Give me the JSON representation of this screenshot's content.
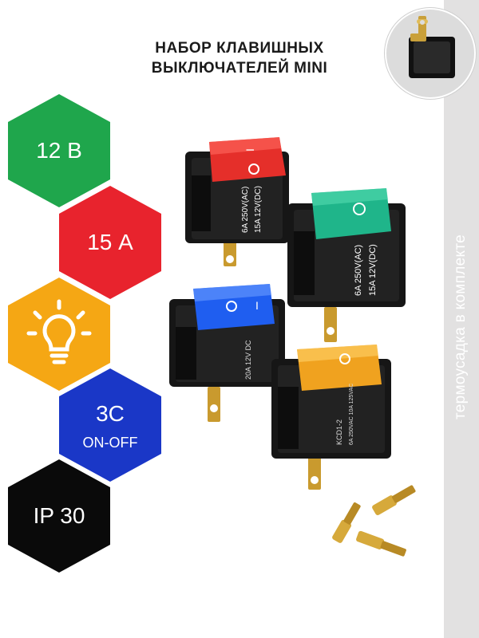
{
  "title_line1": "НАБОР КЛАВИШНЫХ",
  "title_line2": "ВЫКЛЮЧАТЕЛЕЙ MINI",
  "side_text": "термоусадка в комплекте",
  "badges": [
    {
      "label": "12 В",
      "color": "#1fa64c"
    },
    {
      "label": "15 А",
      "color": "#e8232d"
    },
    {
      "label": "",
      "icon": "lightbulb-icon",
      "color": "#f5a714"
    },
    {
      "label": "3С",
      "sublabel": "ON-OFF",
      "color": "#1a37c7"
    },
    {
      "label": "IP 30",
      "color": "#0a0a0a"
    }
  ],
  "switches": [
    {
      "color": "red",
      "rocker": "#e52f2a",
      "rating1": "6A  250V(AC)",
      "rating2": "15A  12V(DC)"
    },
    {
      "color": "green",
      "rocker": "#1fb58a",
      "rating1": "6A  250V(AC)",
      "rating2": "15A  12V(DC)"
    },
    {
      "color": "blue",
      "rocker": "#1f5ef0",
      "rating1": "20A  12V DC",
      "rating2": ""
    },
    {
      "color": "orange",
      "rocker": "#f0a21f",
      "rating1": "KCD1-2",
      "rating2": "6A 250VAC  10A 125VAC"
    }
  ]
}
